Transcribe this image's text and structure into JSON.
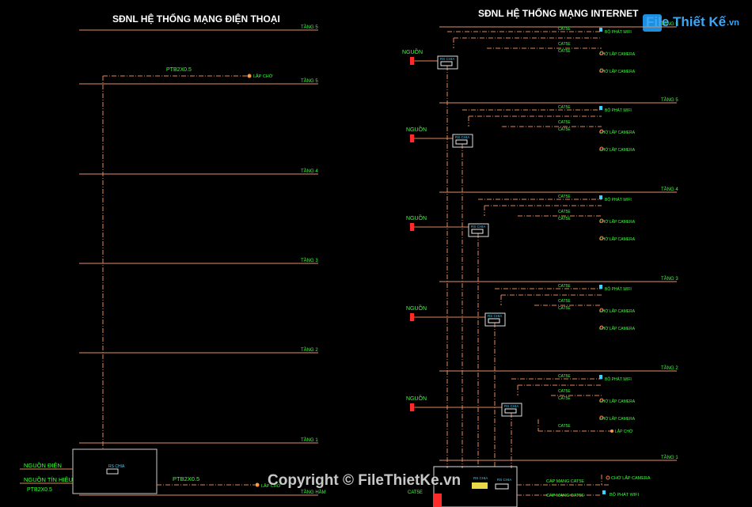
{
  "titles": {
    "phone": "SĐNL HỆ THỐNG MẠNG ĐIỆN THOẠI",
    "internet": "SĐNL HỆ THỐNG MẠNG INTERNET"
  },
  "logo": {
    "text": "File Thiết Kế",
    "suffix": ".vn"
  },
  "watermark": "Copyright © FileThietKe.vn",
  "phone": {
    "floors": [
      "TẦNG 5",
      "TẦNG 5",
      "TẦNG 4",
      "TẦNG 3",
      "TẦNG 2",
      "TẦNG 1",
      "TẦNG HẦM"
    ],
    "cable_top": "PTB2X0.5",
    "outlet": "LẮP CHỜ",
    "source_power": "NGUỒN ĐIỆN",
    "source_signal": "NGUỒN TÍN HIỆU",
    "cable_bottom_left": "PTB2X0.5",
    "cable_bottom": "PTB2X0.5",
    "box_label": "RS CHIA"
  },
  "internet": {
    "floors": [
      "TẦNG 5",
      "TẦNG 5",
      "TẦNG 4",
      "TẦNG 3",
      "TẦNG 2",
      "TẦNG 1"
    ],
    "source": "NGUỒN",
    "switch": "RS CHIA",
    "cable": "CAT5E",
    "wifi": "BỘ PHÁT WIFI",
    "camera": "CHỜ LẮP CAMERA",
    "outlet": "LẮP CHỜ",
    "basement_cable": "CÁP MẠNG",
    "basement_camera": "CHỜ LẮP CAMERA",
    "basement_wifi": "BỘ PHÁT WIFI"
  },
  "colors": {
    "floor_line": "#e0906a",
    "riser": "#e08858",
    "label_green": "#3cff3c",
    "title": "#ffffff",
    "source_red": "#ff2a2a",
    "device_cyan": "#3fd0ff",
    "logo_blue": "#1d8fe0"
  }
}
